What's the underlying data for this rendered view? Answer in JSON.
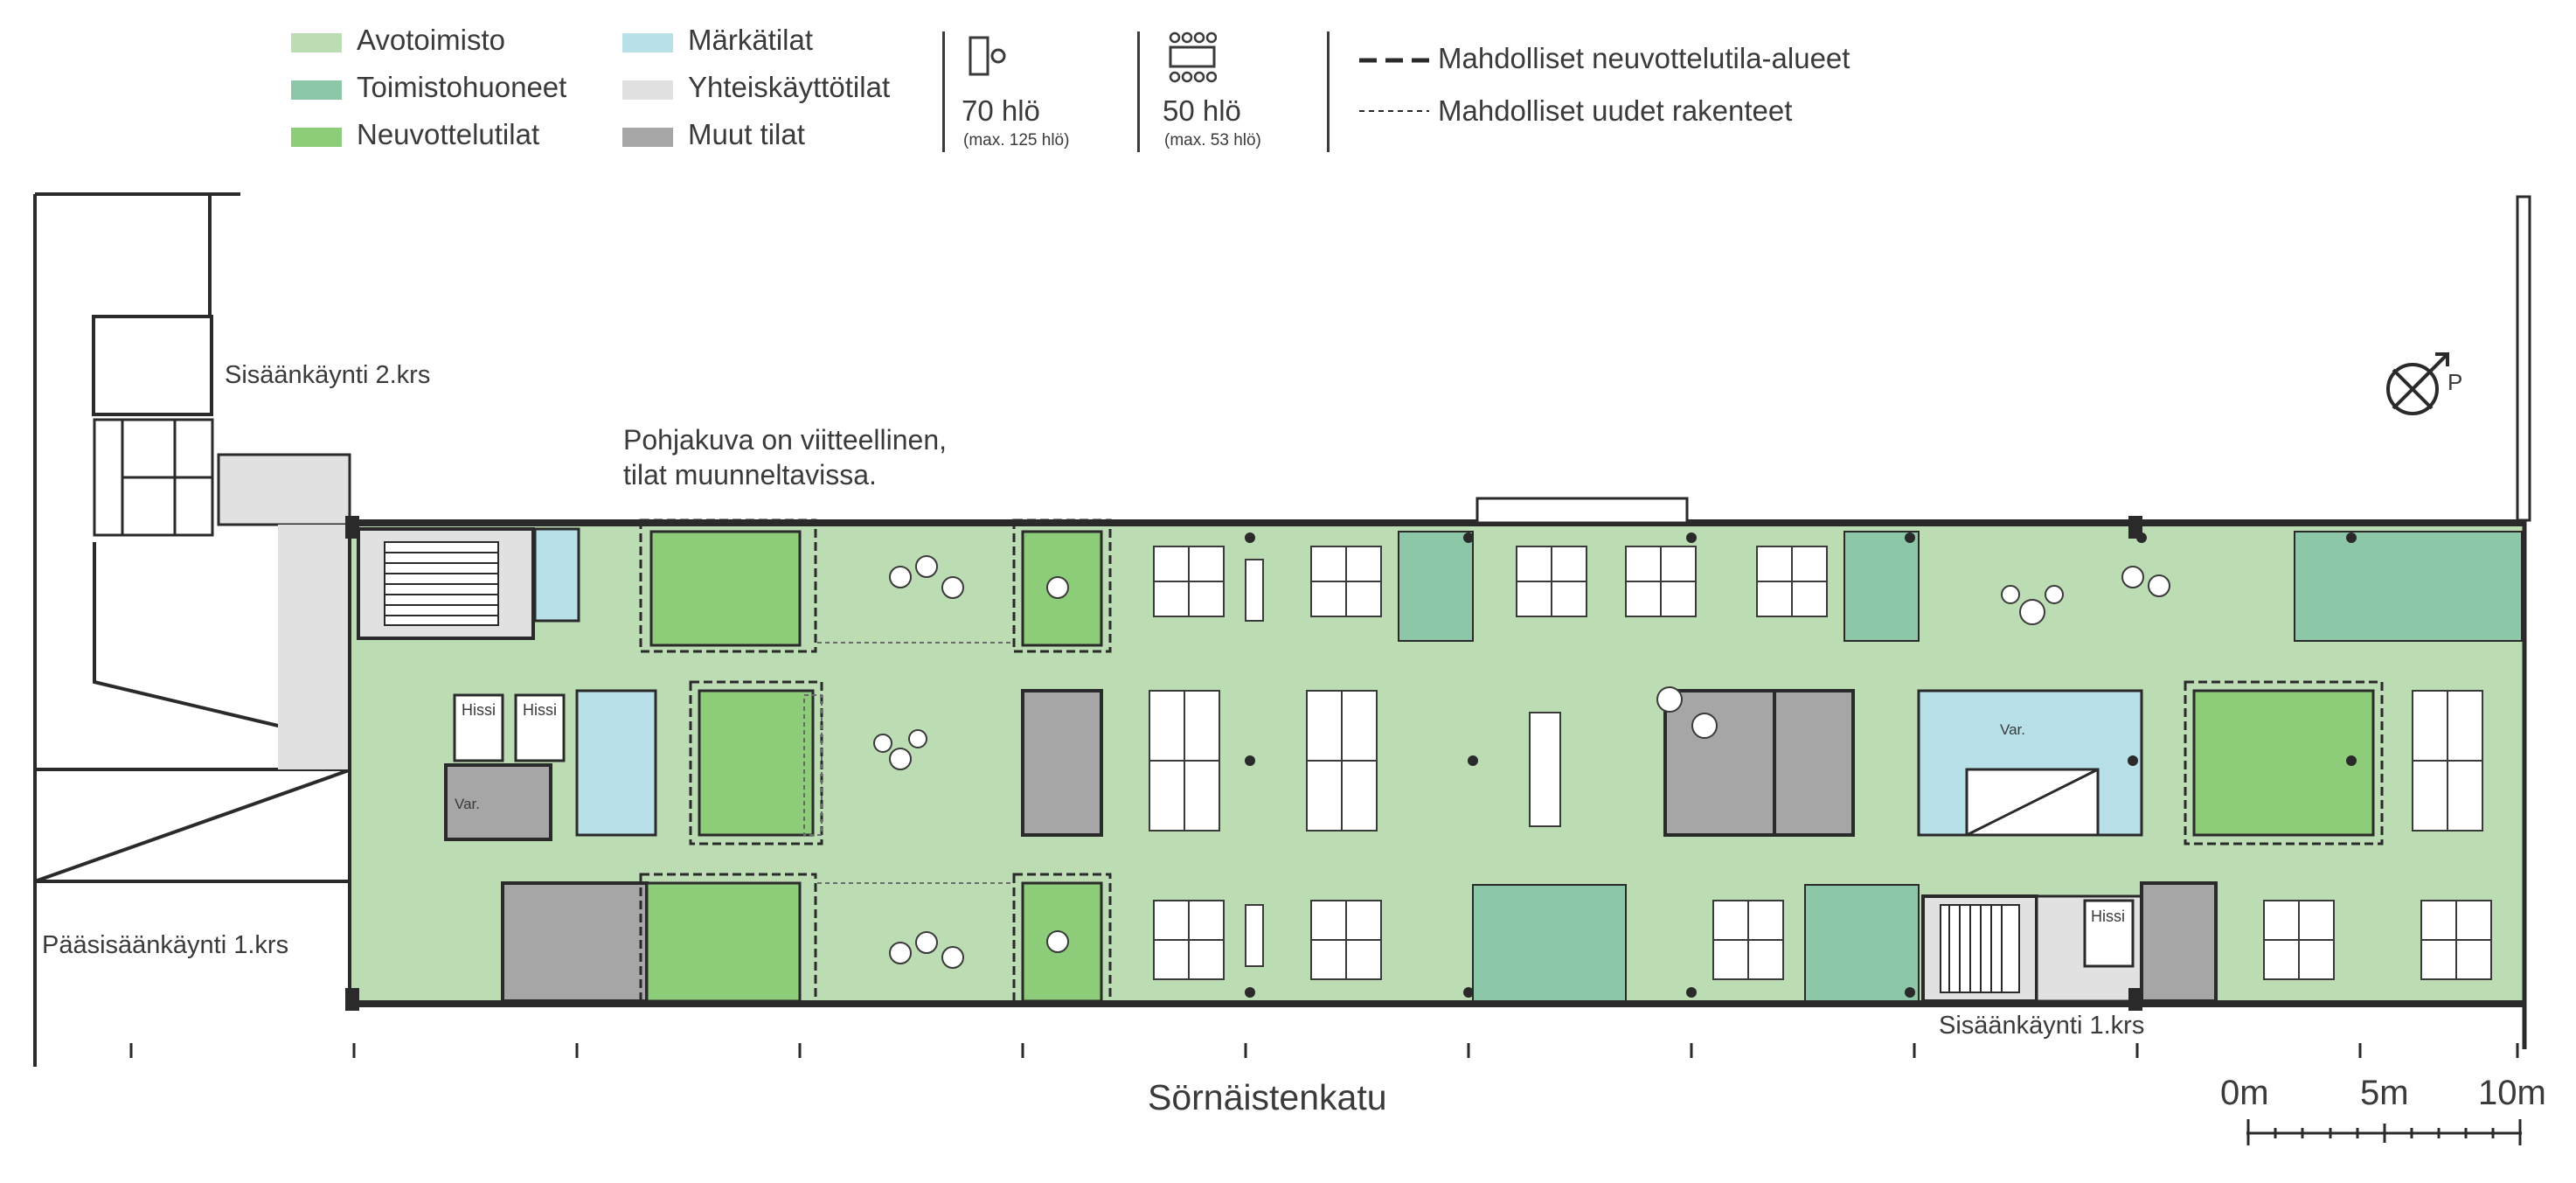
{
  "legend": {
    "items": [
      {
        "label": "Avotoimisto",
        "color": "#bcdcb4"
      },
      {
        "label": "Toimistohuoneet",
        "color": "#8cc7a7"
      },
      {
        "label": "Neuvottelutilat",
        "color": "#8dcc79"
      },
      {
        "label": "Märkätilat",
        "color": "#b7e0e8"
      },
      {
        "label": "Yhteiskäyttötilat",
        "color": "#e1e1e1"
      },
      {
        "label": "Muut tilat",
        "color": "#a6a6a6"
      }
    ],
    "capacity": [
      {
        "icon": "desk-icon",
        "people": "70 hlö",
        "max": "(max. 125 hlö)"
      },
      {
        "icon": "meeting-table-icon",
        "people": "50 hlö",
        "max": "(max. 53 hlö)"
      }
    ],
    "lines": [
      {
        "label": "Mahdolliset neuvottelutila-alueet",
        "style": "heavy-dashed"
      },
      {
        "label": "Mahdolliset uudet rakenteet",
        "style": "thin-dashed"
      }
    ]
  },
  "plan": {
    "note_line1": "Pohjakuva on viitteellinen,",
    "note_line2": "tilat muunneltavissa.",
    "entrance_2krs": "Sisäänkäynti 2.krs",
    "main_entrance": "Pääsisäänkäynti 1.krs",
    "entrance_1krs": "Sisäänkäynti 1.krs",
    "street": "Sörnäistenkatu",
    "elevator_label": "Hissi",
    "storage_label": "Var.",
    "north_label": "P",
    "scale_labels": [
      "0m",
      "5m",
      "10m"
    ]
  }
}
